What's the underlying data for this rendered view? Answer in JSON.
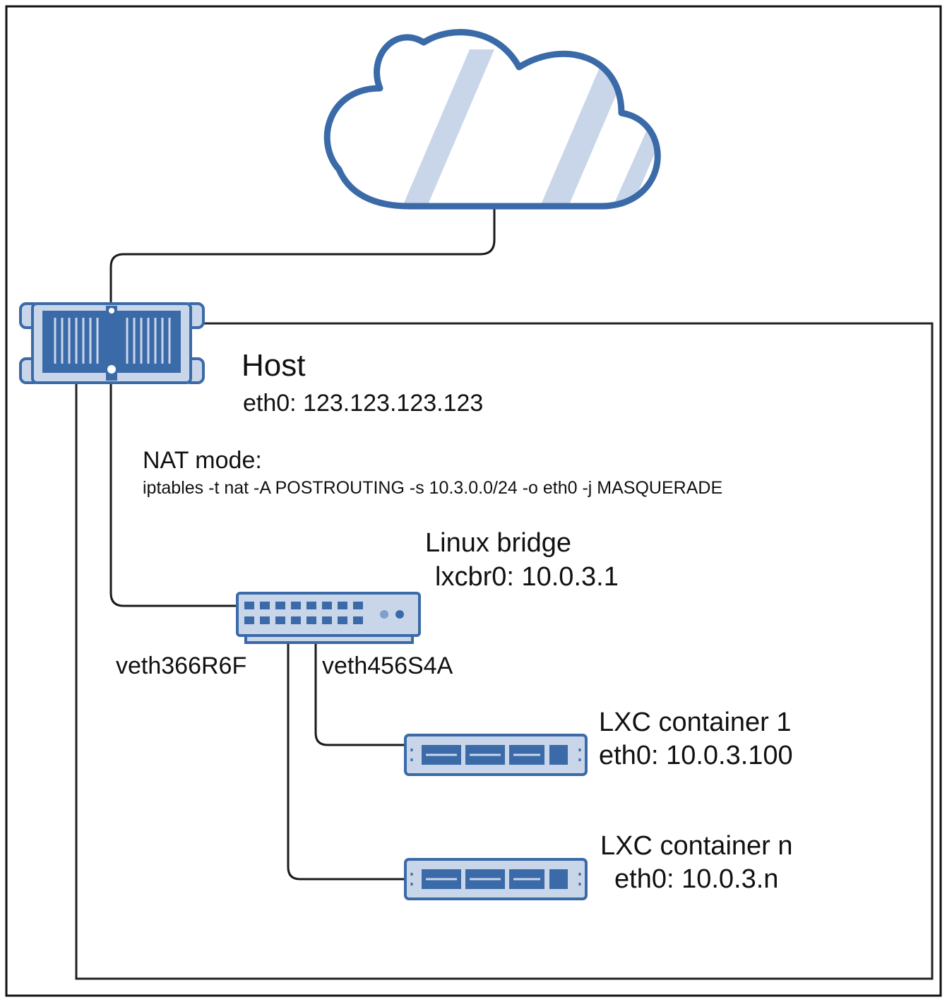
{
  "host": {
    "title": "Host",
    "ip": "eth0: 123.123.123.123"
  },
  "nat": {
    "label": "NAT mode:",
    "command": "iptables -t nat -A POSTROUTING -s 10.3.0.0/24 -o eth0 -j MASQUERADE"
  },
  "bridge": {
    "title": "Linux bridge",
    "ip": "lxcbr0: 10.0.3.1",
    "veth_left": "veth366R6F",
    "veth_right": "veth456S4A"
  },
  "container1": {
    "title": "LXC container 1",
    "ip": "eth0: 10.0.3.100"
  },
  "containerN": {
    "title": "LXC container n",
    "ip": "eth0: 10.0.3.n"
  },
  "icons": {
    "cloud": "cloud-icon",
    "host": "server-rack-icon",
    "bridge": "network-switch-icon",
    "container": "container-server-icon"
  },
  "colors": {
    "device_stroke": "#3a6aa8",
    "device_fill": "#c9d6ea",
    "device_dark": "#3a6aa8",
    "cloud_stroke": "#3a6aa8",
    "cloud_hatch": "#c9d6ea",
    "wire": "#1a1a1a"
  }
}
